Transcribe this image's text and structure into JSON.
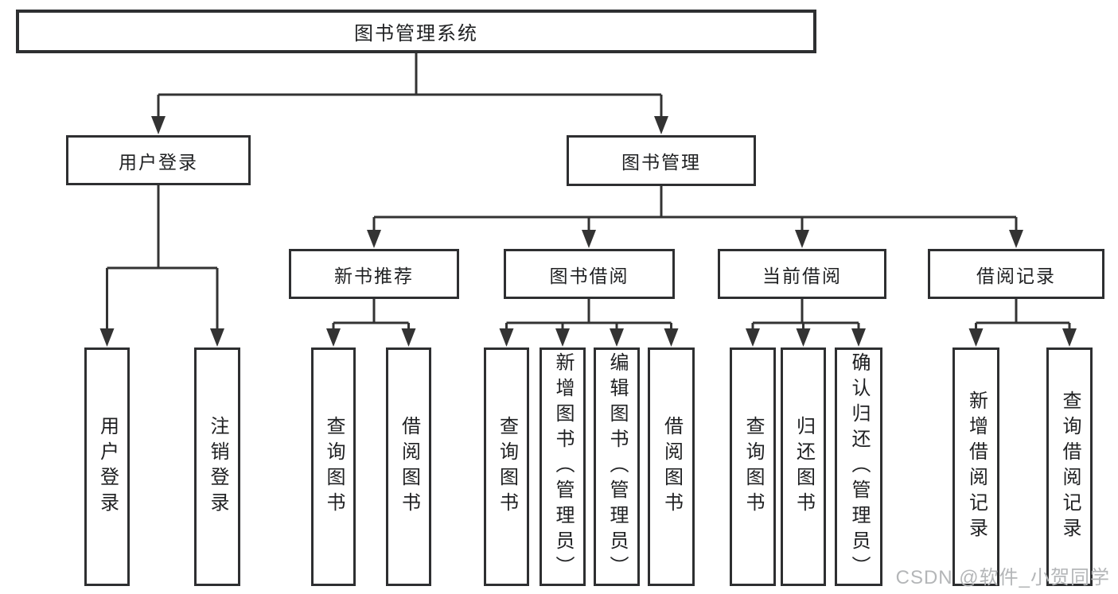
{
  "colors": {
    "line": "#333333",
    "border": "#2e2f31",
    "text": "#1f2022",
    "background": "#ffffff",
    "watermark_text_color": "#b4b6b8"
  },
  "watermark": {
    "text": "CSDN @软件_小贺同学"
  },
  "tree": {
    "root": {
      "label": "图书管理系统",
      "children": [
        {
          "label": "用户登录",
          "children": [
            {
              "label": "用户登录"
            },
            {
              "label": "注销登录"
            }
          ]
        },
        {
          "label": "图书管理",
          "children": [
            {
              "label": "新书推荐",
              "children": [
                {
                  "label": "查询图书"
                },
                {
                  "label": "借阅图书"
                }
              ]
            },
            {
              "label": "图书借阅",
              "children": [
                {
                  "label": "查询图书"
                },
                {
                  "label": "新增图书（管理员）"
                },
                {
                  "label": "编辑图书（管理员）"
                },
                {
                  "label": "借阅图书"
                }
              ]
            },
            {
              "label": "当前借阅",
              "children": [
                {
                  "label": "查询图书"
                },
                {
                  "label": "归还图书"
                },
                {
                  "label": "确认归还（管理员）"
                }
              ]
            },
            {
              "label": "借阅记录",
              "children": [
                {
                  "label": "新增借阅记录"
                },
                {
                  "label": "查询借阅记录"
                }
              ]
            }
          ]
        }
      ]
    }
  }
}
